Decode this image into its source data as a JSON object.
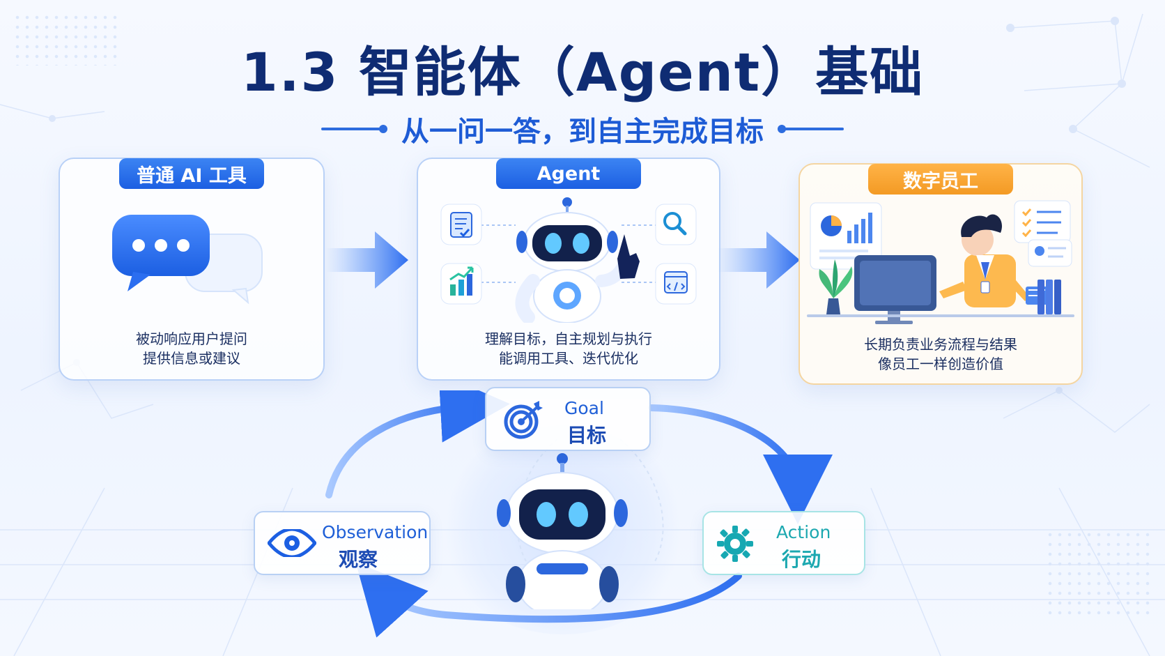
{
  "title": "1.3 智能体（Agent）基础",
  "subtitle": "从一问一答，到自主完成目标",
  "cards": [
    {
      "label": "普通 AI 工具",
      "line1": "被动响应用户提问",
      "line2": "提供信息或建议"
    },
    {
      "label": "Agent",
      "line1": "理解目标，自主规划与执行",
      "line2": "能调用工具、迭代优化"
    },
    {
      "label": "数字员工",
      "line1": "长期负责业务流程与结果",
      "line2": "像员工一样创造价值"
    }
  ],
  "loop": {
    "goal_en": "Goal",
    "goal_zh": "目标",
    "observation_en": "Observation",
    "observation_zh": "观察",
    "action_en": "Action",
    "action_zh": "行动"
  },
  "colors": {
    "primary": "#1c5fe2",
    "accent": "#1d5bd5",
    "orange": "#f39a24",
    "cyan": "#1ca8b0"
  },
  "icons": {
    "chat": "chat-bubbles-icon",
    "robot": "robot-icon",
    "document": "document-icon",
    "search": "search-icon",
    "growth": "growth-chart-icon",
    "code": "code-icon",
    "employee": "employee-icon",
    "goal": "target-icon",
    "eye": "eye-icon",
    "gear": "gear-icon"
  }
}
